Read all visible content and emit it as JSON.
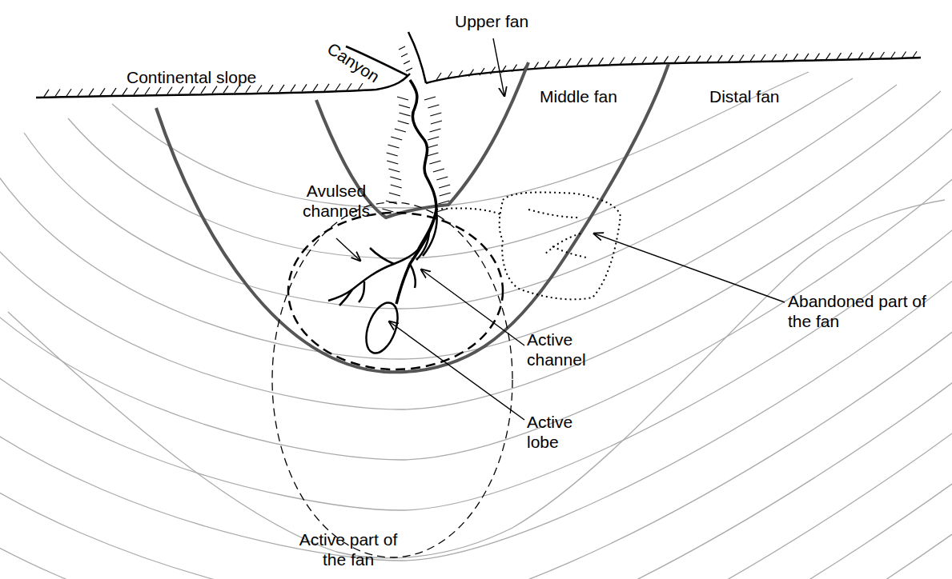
{
  "diagram": {
    "labels": [
      "Canyon",
      "Upper fan",
      "Continental slope",
      "Middle fan",
      "Distal fan",
      "Avulsed channels",
      "Active channel",
      "Active lobe",
      "Abandoned part of the fan",
      "Active part of the fan"
    ]
  }
}
